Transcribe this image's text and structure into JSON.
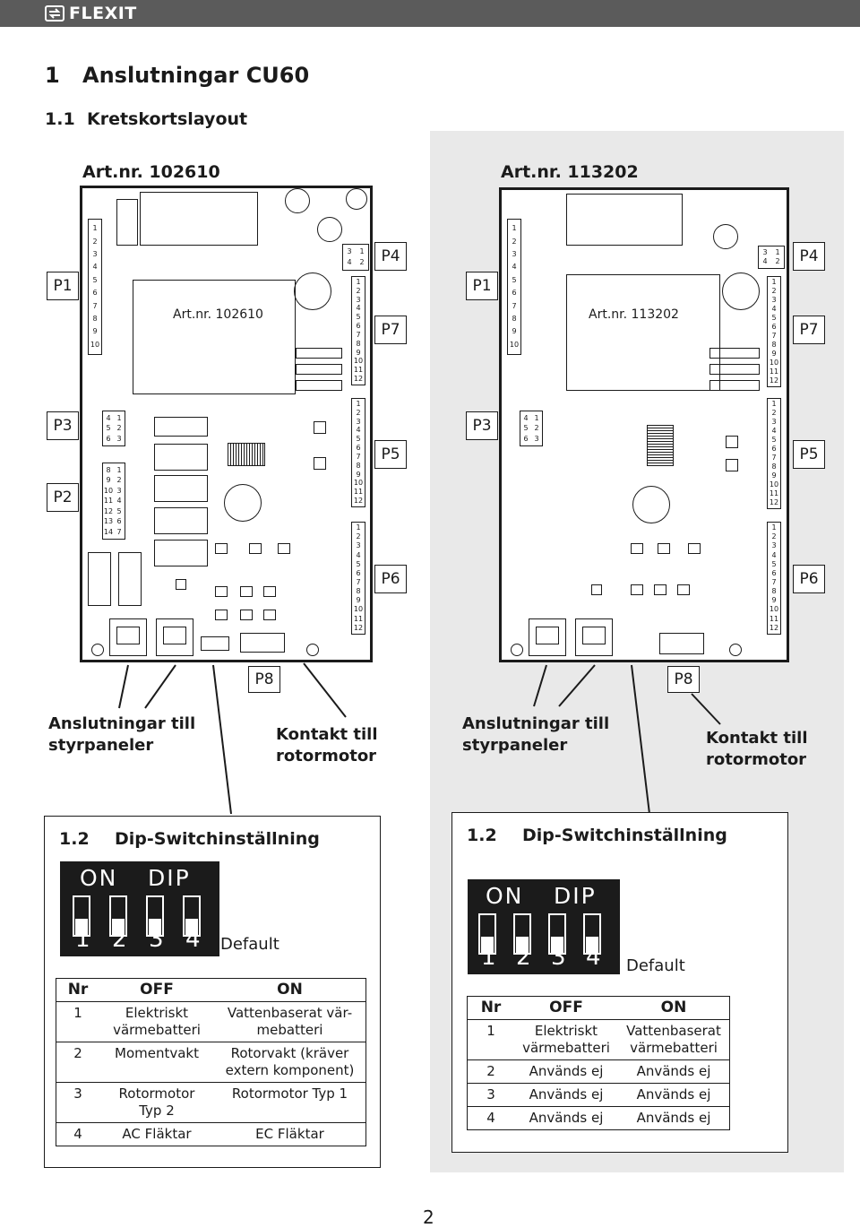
{
  "header": {
    "logo_text": "FLEXIT"
  },
  "page": {
    "heading1_num": "1",
    "heading1": "Anslutningar CU60",
    "heading2_num": "1.1",
    "heading2": "Kretskortslayout",
    "page_number": "2"
  },
  "left_board": {
    "artnr_title": "Art.nr. 102610",
    "artnr_label": "Art.nr. 102610",
    "ports": {
      "p1": "P1",
      "p2": "P2",
      "p3": "P3",
      "p4": "P4",
      "p5": "P5",
      "p6": "P6",
      "p7": "P7",
      "p8": "P8"
    },
    "caption_panels": [
      "Anslutningar till",
      "styrpaneler"
    ],
    "caption_motor": [
      "Kontakt till",
      "rotormotor"
    ]
  },
  "right_board": {
    "artnr_title": "Art.nr. 113202",
    "artnr_label": "Art.nr. 113202",
    "ports": {
      "p1": "P1",
      "p3": "P3",
      "p4": "P4",
      "p5": "P5",
      "p6": "P6",
      "p7": "P7",
      "p8": "P8"
    },
    "caption_panels": [
      "Anslutningar till",
      "styrpaneler"
    ],
    "caption_motor": [
      "Kontakt till",
      "rotormotor"
    ]
  },
  "dip_left": {
    "num": "1.2",
    "title": "Dip-Switchinställning",
    "on": "ON",
    "dip": "DIP",
    "numbers": [
      "1",
      "2",
      "3",
      "4"
    ],
    "default": "Default",
    "headers": [
      "Nr",
      "OFF",
      "ON"
    ],
    "rows": [
      {
        "nr": "1",
        "off": [
          "Elektriskt",
          "värmebatteri"
        ],
        "on": [
          "Vattenbaserat vär-",
          "mebatteri"
        ]
      },
      {
        "nr": "2",
        "off": [
          "Momentvakt"
        ],
        "on": [
          "Rotorvakt (kräver",
          "extern komponent)"
        ]
      },
      {
        "nr": "3",
        "off": [
          "Rotormotor",
          "Typ 2"
        ],
        "on": [
          "Rotormotor   Typ 1"
        ]
      },
      {
        "nr": "4",
        "off": [
          "AC Fläktar"
        ],
        "on": [
          "EC Fläktar"
        ]
      }
    ]
  },
  "dip_right": {
    "num": "1.2",
    "title": "Dip-Switchinställning",
    "on": "ON",
    "dip": "DIP",
    "numbers": [
      "1",
      "2",
      "3",
      "4"
    ],
    "default": "Default",
    "headers": [
      "Nr",
      "OFF",
      "ON"
    ],
    "rows": [
      {
        "nr": "1",
        "off": [
          "Elektriskt",
          "värmebatteri"
        ],
        "on": [
          "Vattenbaserat",
          "värmebatteri"
        ]
      },
      {
        "nr": "2",
        "off": [
          "Används ej"
        ],
        "on": [
          "Används ej"
        ]
      },
      {
        "nr": "3",
        "off": [
          "Används ej"
        ],
        "on": [
          "Används ej"
        ]
      },
      {
        "nr": "4",
        "off": [
          "Används ej"
        ],
        "on": [
          "Används ej"
        ]
      }
    ]
  },
  "terminal_numbers": {
    "p1": [
      "1",
      "2",
      "3",
      "4",
      "5",
      "6",
      "7",
      "8",
      "9",
      "10"
    ],
    "p12": [
      "1",
      "2",
      "3",
      "4",
      "5",
      "6",
      "7",
      "8",
      "9",
      "10",
      "11",
      "12"
    ],
    "p4": [
      "3",
      "1",
      "4",
      "2"
    ],
    "p3": [
      "4",
      "1",
      "5",
      "2",
      "6",
      "3"
    ],
    "p2": [
      "8",
      "1",
      "9",
      "2",
      "10",
      "3",
      "11",
      "4",
      "12",
      "5",
      "13",
      "6",
      "14",
      "7"
    ]
  }
}
